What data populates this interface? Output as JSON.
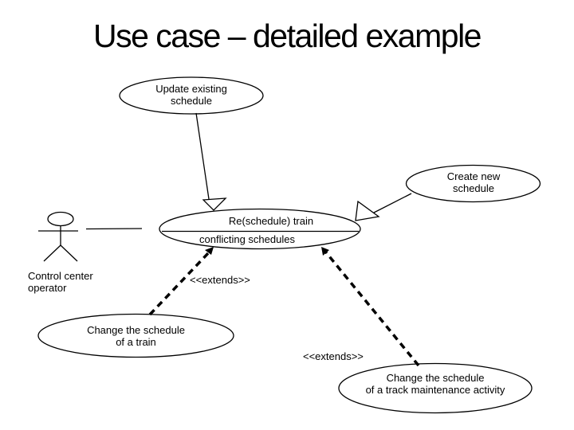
{
  "slide": {
    "title": "Use case – detailed example"
  },
  "actor": {
    "label_line1": "Control center",
    "label_line2": "operator"
  },
  "use_cases": {
    "update_existing": {
      "line1": "Update existing",
      "line2": "schedule"
    },
    "create_new": {
      "line1": "Create new",
      "line2": "schedule"
    },
    "reschedule": {
      "line1": "Re(schedule) train",
      "line2": "conflicting schedules"
    },
    "change_train": {
      "line1": "Change the schedule",
      "line2": "of a train"
    },
    "change_track": {
      "line1": "Change the schedule",
      "line2": "of a track maintenance activity"
    }
  },
  "relations": {
    "extends_label_train": "<<extends>>",
    "extends_label_track": "<<extends>>"
  },
  "colors": {
    "background": "#ffffff",
    "ink": "#000000"
  }
}
